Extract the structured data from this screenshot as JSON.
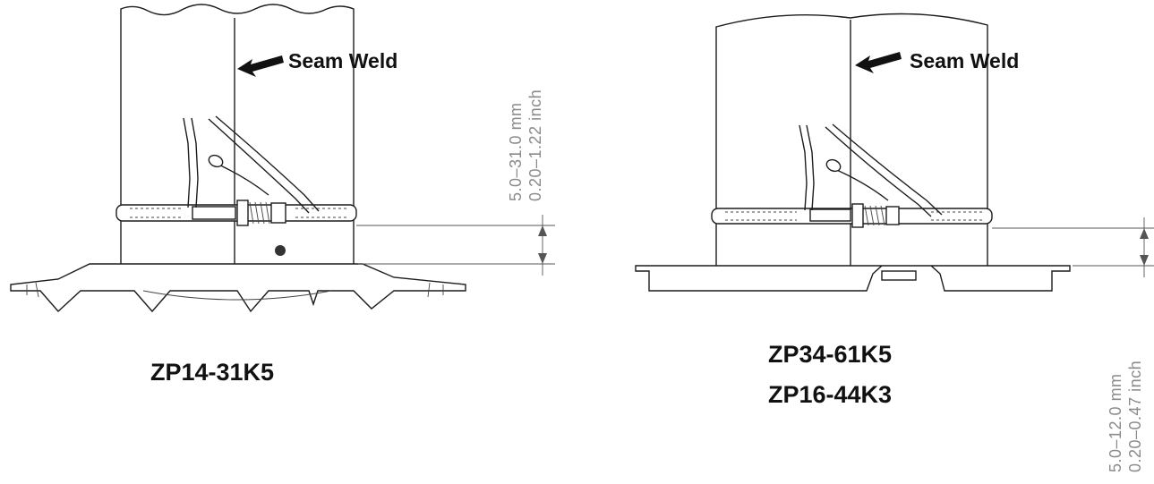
{
  "left": {
    "seam_label": "Seam Weld",
    "model_line1": "ZP14-31K5",
    "dim_mm": "5.0–31.0  mm",
    "dim_inch": "0.20–1.22  inch"
  },
  "right": {
    "seam_label": "Seam Weld",
    "model_line1": "ZP34-61K5",
    "model_line2": "ZP16-44K3",
    "dim_mm": "5.0–12.0  mm",
    "dim_inch": "0.20–0.47  inch"
  },
  "colors": {
    "line": "#1c1c1c",
    "dim_text": "#8a8a8a",
    "background": "#ffffff"
  }
}
